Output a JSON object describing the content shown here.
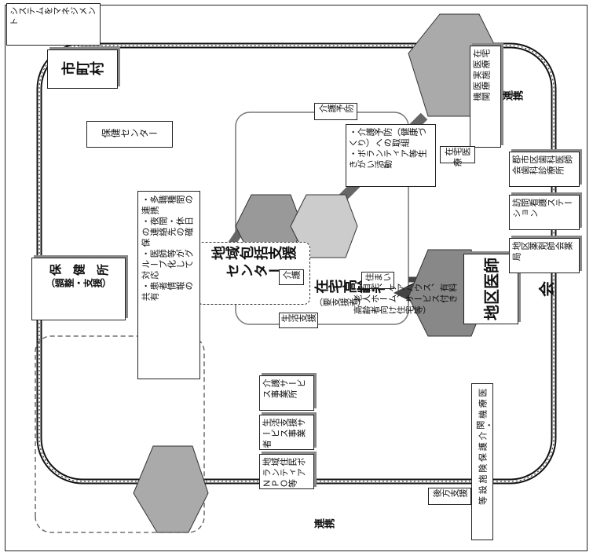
{
  "diagram": {
    "top_right_note": "システムをマネジメント",
    "city": {
      "title": "市町村",
      "sub": "保健センター"
    },
    "center": {
      "line1": "地域包括支援",
      "line2": "センター"
    },
    "hokenjo": {
      "line1": "保　健　所",
      "line2": "（調整・支援）"
    },
    "ishikai": "地区医師会",
    "notes": [
      "・多職種間の連携",
      "・夜間・休日の連絡先の確保",
      "・医師等がグループ化して対応",
      "・患者情報の共有"
    ],
    "providers": [
      "在宅医療実施医療機関",
      "郡市区歯科医師会歯科診療所",
      "訪問看護ステーション",
      "地区薬剤師会薬局"
    ],
    "services": [
      "介護サービス事業所",
      "生活支援サービス事業者",
      "地域住民ボランティアＮＰＯ等"
    ],
    "renkei": "連携",
    "elderly": {
      "title": "在宅高齢者",
      "sub": "（要支援者）",
      "sumai": "住まい",
      "housing": [
        "（自宅、ケアハウス、有料",
        "老人ホーム、サービス付き",
        "高齢者向け住宅等）"
      ]
    },
    "kaigo_yobo": {
      "tag": "介護予防",
      "lines": [
        "・介護予防（健康づ",
        "くり）への取組",
        "・ボランティア等生",
        "きがい活動"
      ]
    },
    "zaitaku_iryo": "在宅医療",
    "kaigo": "介護",
    "seikatsu": "生活支援",
    "shikyu": "後方支援",
    "hospital": "医療機関・介護保険施設等"
  }
}
